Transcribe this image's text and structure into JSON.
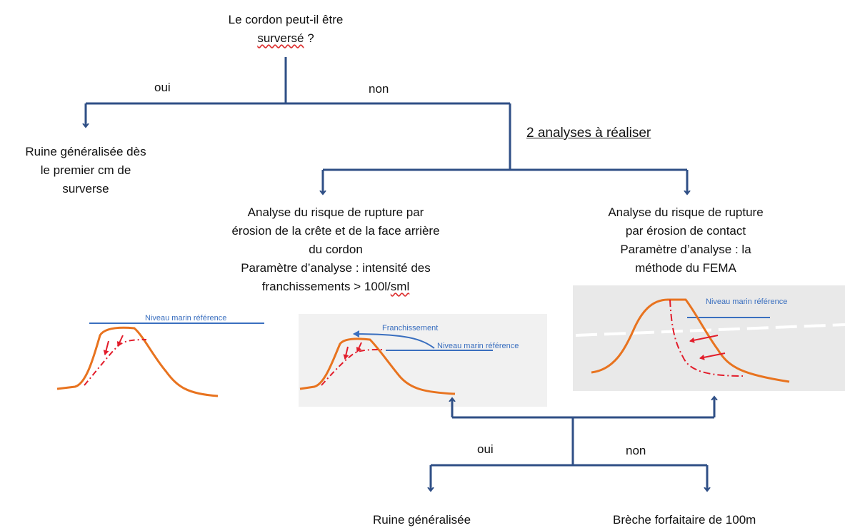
{
  "question": {
    "line1": "Le cordon peut-il être",
    "line2_word": "surversé",
    "line2_suffix": " ?"
  },
  "top_branch": {
    "yes": "oui",
    "no": "non"
  },
  "yes_outcome": [
    "Ruine généralisée dès",
    "le premier cm de",
    "surverse"
  ],
  "analyses_heading": "2 analyses à réaliser",
  "analysis_left": {
    "line1": "Analyse du risque de rupture par",
    "line2": "érosion de la crête et de la face arrière",
    "line3": "du cordon",
    "line4": "Paramètre d’analyse : intensité des",
    "line5_prefix": "franchissements > 100l/",
    "line5_unit": "sml"
  },
  "analysis_right": [
    "Analyse du risque de rupture",
    "par érosion de contact",
    "Paramètre d’analyse : la",
    "méthode du FEMA"
  ],
  "figures": {
    "fig1_label": "Niveau marin référence",
    "fig2_overtopping": "Franchissement",
    "fig2_level": "Niveau marin référence",
    "fig3_level": "Niveau marin référence"
  },
  "bottom_branch": {
    "yes": "oui",
    "no": "non"
  },
  "bottom_outcomes": {
    "yes": "Ruine généralisée",
    "no": "Brèche forfaitaire de 100m"
  },
  "colors": {
    "connector": "#2f4f86",
    "dike": "#e8731f",
    "erosion": "#e21d2b",
    "water": "#3a6fbf"
  }
}
